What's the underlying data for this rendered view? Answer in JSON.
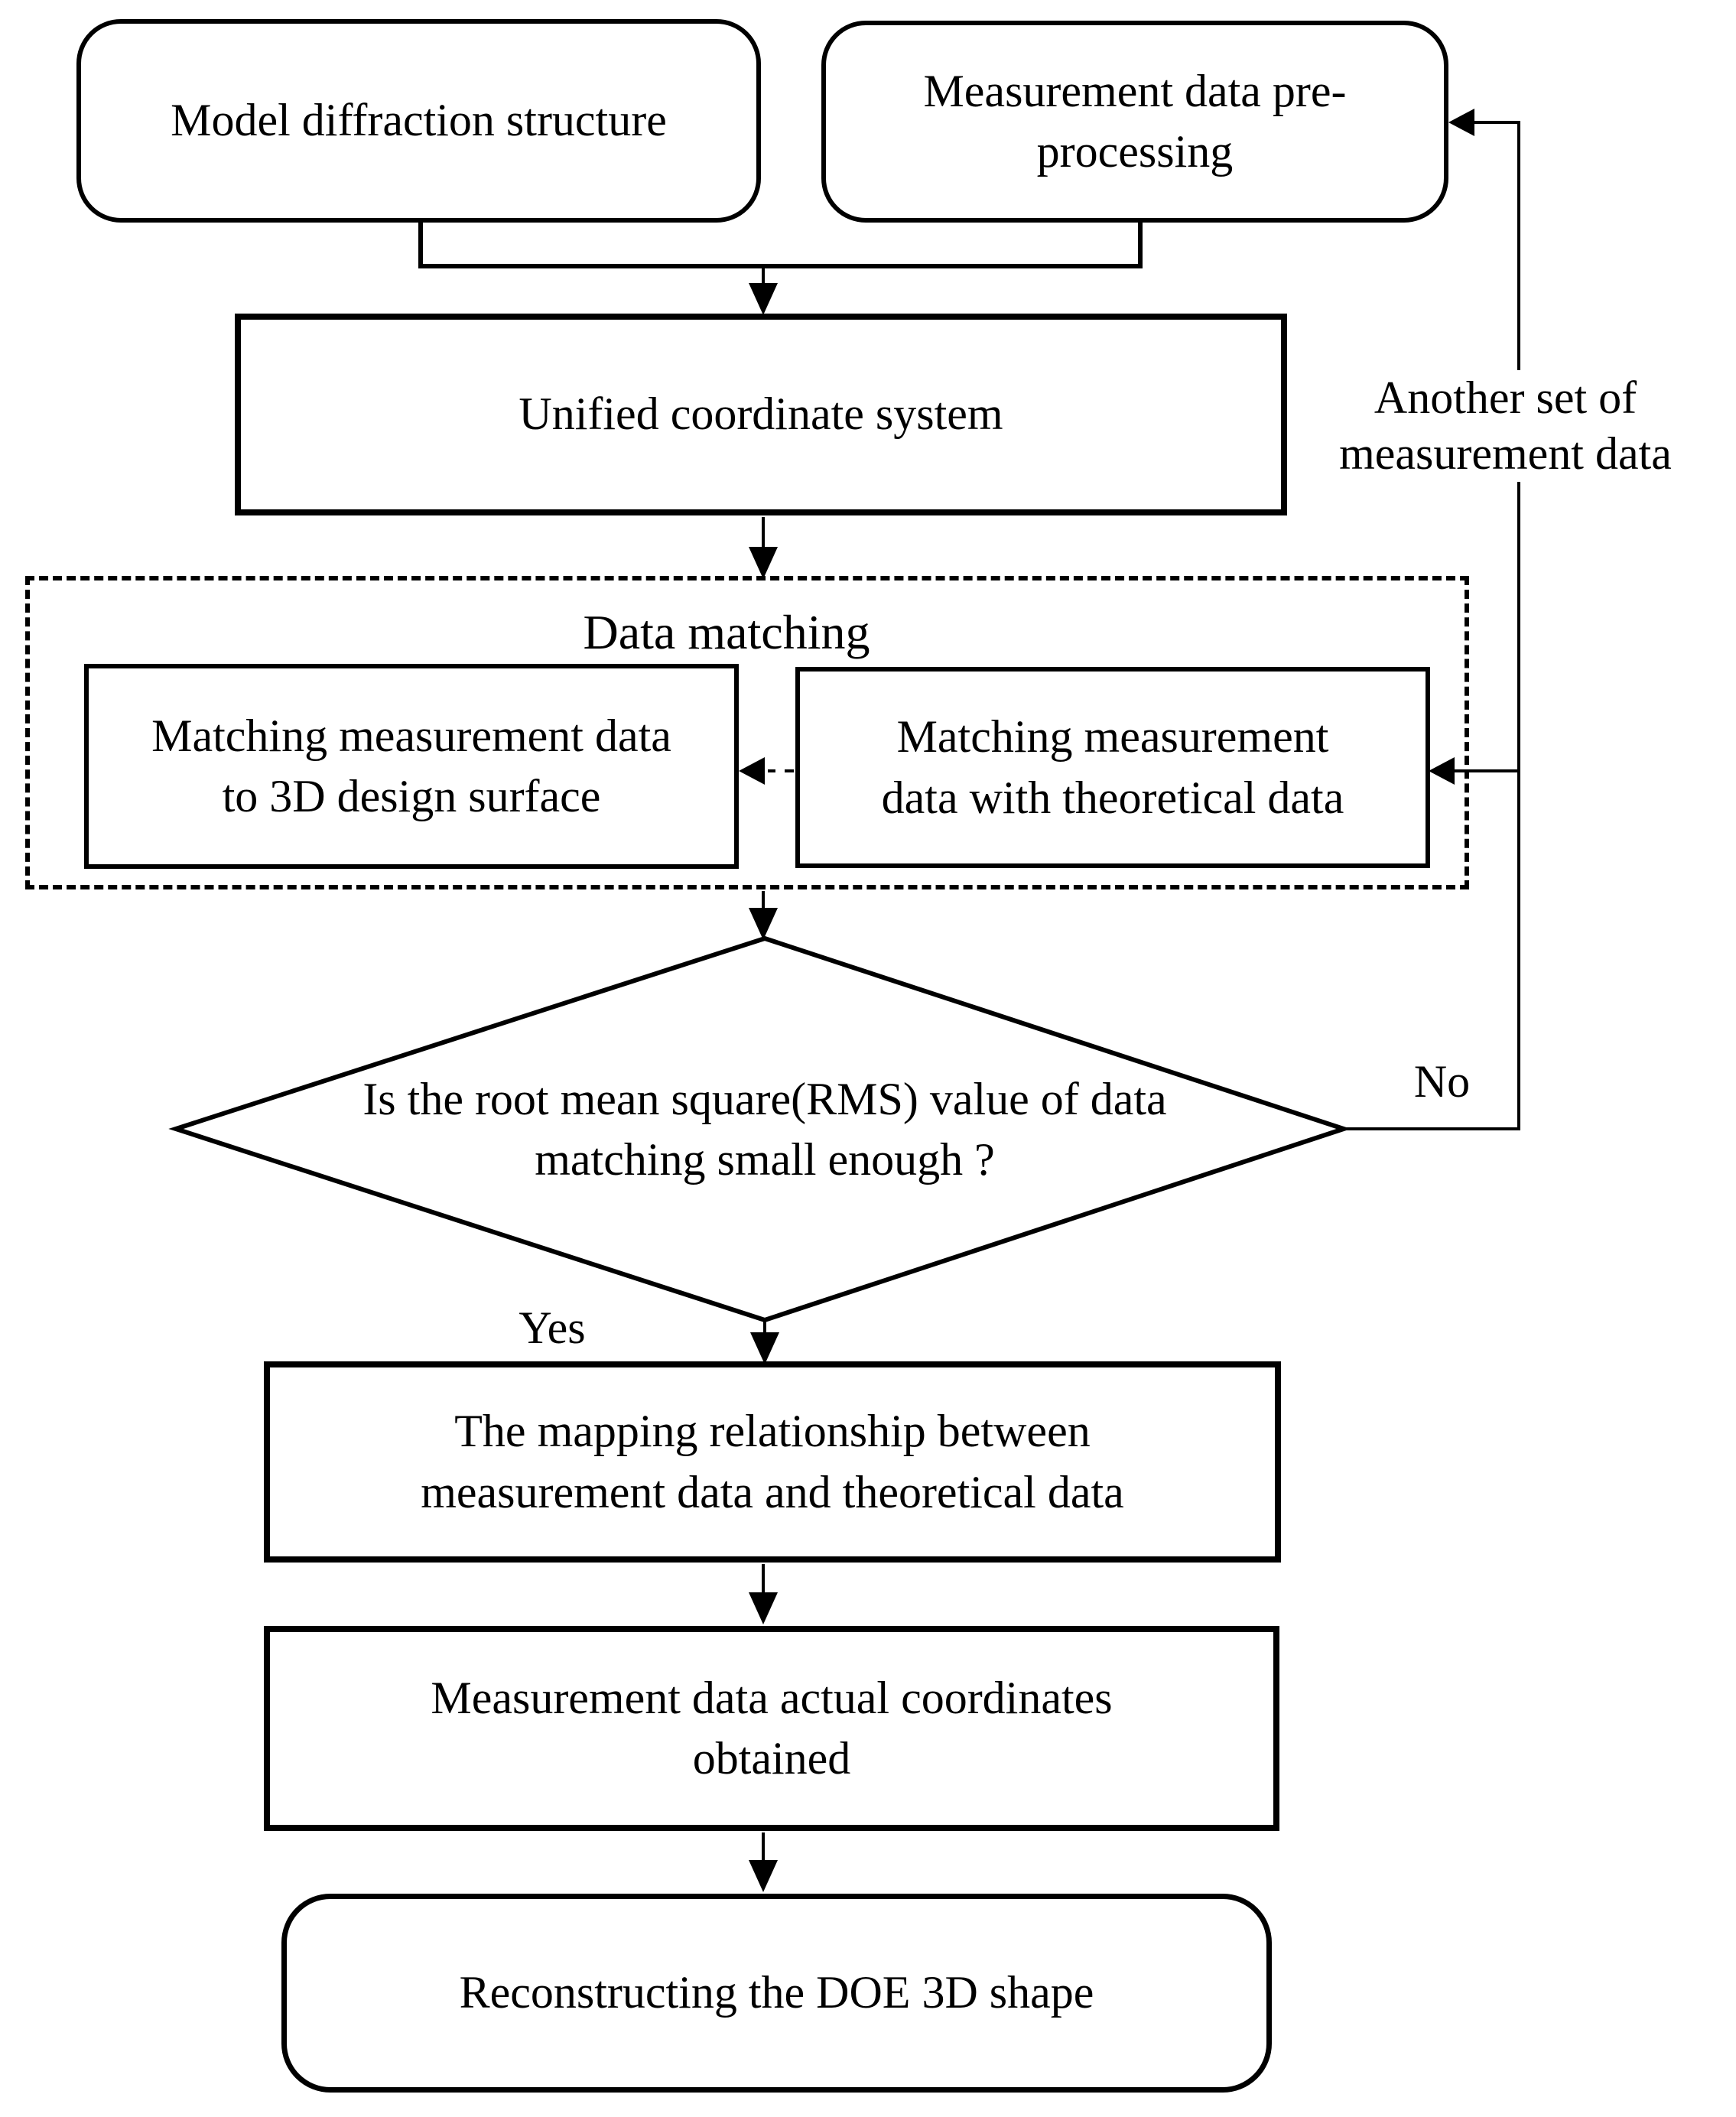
{
  "diagram": {
    "nodes": {
      "model_diffraction": {
        "label": "Model diffraction structure"
      },
      "preprocessing": {
        "label": "Measurement data pre-\nprocessing"
      },
      "unified_coords": {
        "label": "Unified coordinate system"
      },
      "data_matching_group": {
        "title": "Data matching"
      },
      "match_to_3d_surface": {
        "label": "Matching measurement data\nto 3D design surface"
      },
      "match_with_theoretical": {
        "label": "Matching measurement\ndata with theoretical data"
      },
      "rms_decision": {
        "label": "Is the root mean square(RMS) value of data\nmatching small enough ?"
      },
      "mapping_relationship": {
        "label": "The mapping relationship between\nmeasurement data and theoretical data"
      },
      "actual_coordinates": {
        "label": "Measurement data actual coordinates\nobtained"
      },
      "reconstruct_shape": {
        "label": "Reconstructing the DOE 3D shape"
      }
    },
    "edge_labels": {
      "yes": "Yes",
      "no": "No",
      "another_set": "Another set of\nmeasurement data"
    },
    "colors": {
      "stroke": "#000000",
      "background": "#ffffff"
    }
  }
}
